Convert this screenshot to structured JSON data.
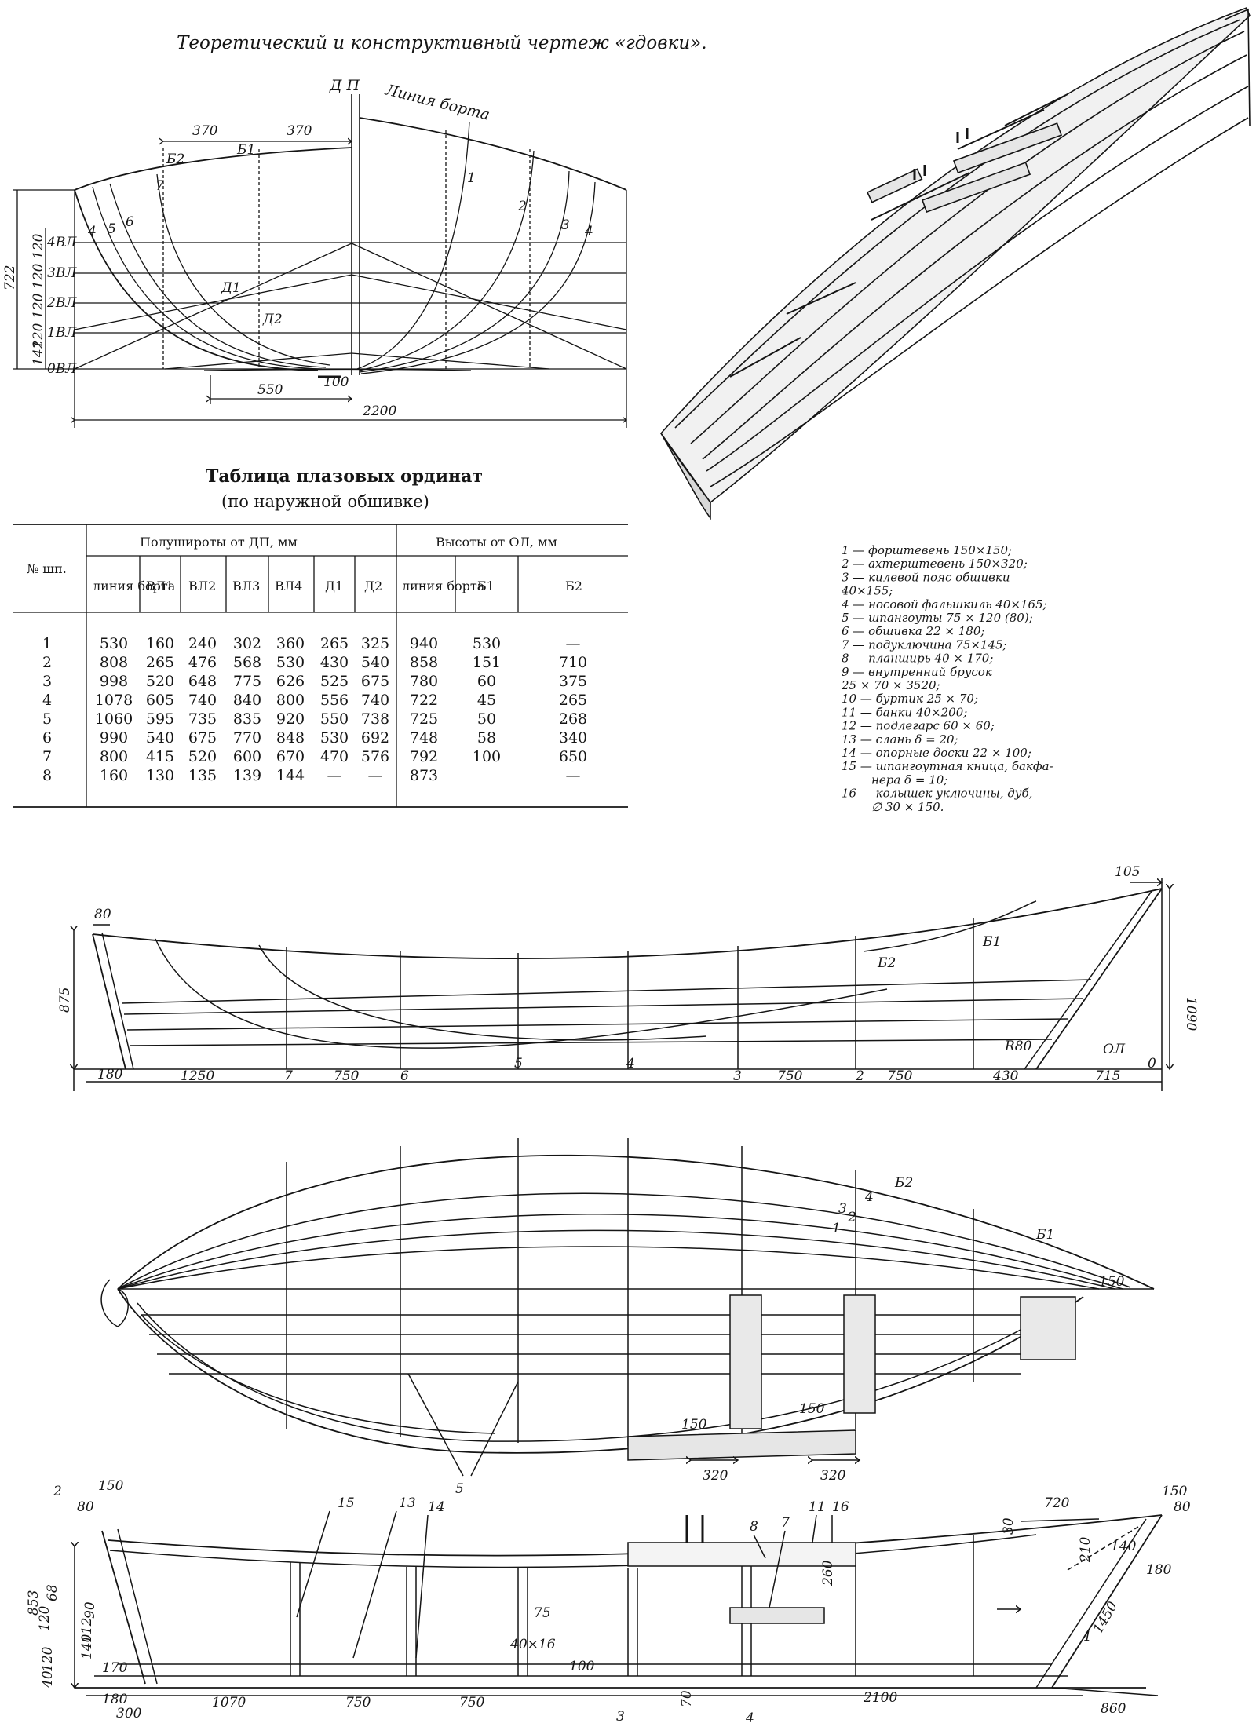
{
  "caption": "Теоретический и конструктивный чертеж «гдовки».",
  "body_plan": {
    "dp_label": "Д П",
    "sheer_line_label": "Линия борта",
    "dim_370_left": "370",
    "dim_370_right": "370",
    "buttock_labels": [
      "Б2",
      "Б1"
    ],
    "frame_labels_left": [
      "4",
      "5",
      "6",
      "7"
    ],
    "frame_labels_right": [
      "1",
      "2",
      "3",
      "4"
    ],
    "waterlines": [
      "4ВЛ",
      "3ВЛ",
      "2ВЛ",
      "1ВЛ",
      "0ВЛ"
    ],
    "wl_dims": [
      "120",
      "120",
      "120",
      "120",
      "142"
    ],
    "height_dim": "722",
    "diagonal_labels": [
      "Д1",
      "Д2"
    ],
    "dim_550": "550",
    "dim_100": "100",
    "dim_2200": "2200"
  },
  "table": {
    "title": "Таблица плазовых ординат",
    "subtitle": "(по наружной обшивке)",
    "header_frame": "№ шп.",
    "header_halfwidths": "Полушироты от ДП, мм",
    "header_heights": "Высоты от ОЛ, мм",
    "cols": [
      "линия борта",
      "ВЛ1",
      "ВЛ2",
      "ВЛ3",
      "ВЛ4",
      "Д1",
      "Д2",
      "линия борта",
      "Б1",
      "Б2"
    ],
    "rows": [
      [
        "1",
        "530",
        "160",
        "240",
        "302",
        "360",
        "265",
        "325",
        "940",
        "530",
        "—"
      ],
      [
        "2",
        "808",
        "265",
        "476",
        "568",
        "530",
        "430",
        "540",
        "858",
        "151",
        "710"
      ],
      [
        "3",
        "998",
        "520",
        "648",
        "775",
        "626",
        "525",
        "675",
        "780",
        "60",
        "375"
      ],
      [
        "4",
        "1078",
        "605",
        "740",
        "840",
        "800",
        "556",
        "740",
        "722",
        "45",
        "265"
      ],
      [
        "5",
        "1060",
        "595",
        "735",
        "835",
        "920",
        "550",
        "738",
        "725",
        "50",
        "268"
      ],
      [
        "6",
        "990",
        "540",
        "675",
        "770",
        "848",
        "530",
        "692",
        "748",
        "58",
        "340"
      ],
      [
        "7",
        "800",
        "415",
        "520",
        "600",
        "670",
        "470",
        "576",
        "792",
        "100",
        "650"
      ],
      [
        "8",
        "160",
        "130",
        "135",
        "139",
        "144",
        "—",
        "—",
        "873",
        "",
        "—"
      ]
    ]
  },
  "legend": [
    "1 — форштевень 150×150;",
    "2 — ахтерштевень 150×320;",
    "3 — килевой пояс обшивки",
    "40×155;",
    "4 — носовой фальшкиль 40×165;",
    "5 — шпангоуты 75 × 120 (80);",
    "6 — обшивка 22 × 180;",
    "7 — подуключина 75×145;",
    "8 — планширь 40 × 170;",
    "9 — внутренний брусок",
    "25 × 70 × 3520;",
    "10 — буртик 25 × 70;",
    "11 — банки 40×200;",
    "12 — подлегарс 60 × 60;",
    "13 — слань δ = 20;",
    "14 — опорные доски 22 × 100;",
    "15 — шпангоутная кница, бакфа-",
    "нера δ = 10;",
    "16 — колышек уключины, дуб,",
    "∅ 30 × 150."
  ],
  "profile": {
    "dim_80": "80",
    "dim_105": "105",
    "dim_875": "875",
    "dim_1090": "1090",
    "label_b2": "Б2",
    "label_b1": "Б1",
    "label_r80": "R80",
    "label_ol": "ОЛ",
    "label_zero": "0",
    "bottom_dims": [
      "180",
      "1250",
      "750",
      "750",
      "750",
      "430",
      "715"
    ],
    "frame_numbers": [
      "7",
      "6",
      "5",
      "4",
      "3",
      "2"
    ]
  },
  "plan": {
    "label_b2": "Б2",
    "label_b1": "Б1",
    "nums": [
      "4",
      "3",
      "2",
      "1"
    ],
    "dim_150": "150",
    "dim_150a": "150",
    "dim_150b": "150",
    "dim_320a": "320",
    "dim_320b": "320",
    "label_5": "5"
  },
  "section": {
    "dims_left": [
      "853",
      "68",
      "120",
      "90",
      "112",
      "140",
      "170",
      "120",
      "40"
    ],
    "dim_80": "80",
    "dim_150": "150",
    "label_2": "2",
    "bottom_dims": [
      "180",
      "300",
      "1070",
      "750",
      "750",
      "2100",
      "860"
    ],
    "callouts": [
      "15",
      "13",
      "14",
      "8",
      "7",
      "11",
      "16",
      "1"
    ],
    "dim_75": "75",
    "dim_40x16": "40×16",
    "dim_100": "100",
    "dim_260": "260",
    "dim_720": "720",
    "dim_30": "30",
    "dim_210": "210",
    "dim_140": "140",
    "dim_180": "180",
    "dim_1450": "1450",
    "dim_150top": "150",
    "dim_80top": "80",
    "dim_70": "70",
    "bottom_refs": [
      "3",
      "4"
    ]
  }
}
